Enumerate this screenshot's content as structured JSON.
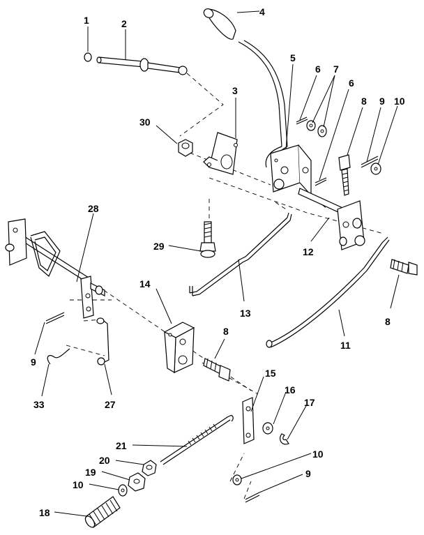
{
  "callouts": [
    {
      "id": "c1",
      "text": "1"
    },
    {
      "id": "c2",
      "text": "2"
    },
    {
      "id": "c3",
      "text": "3"
    },
    {
      "id": "c4",
      "text": "4"
    },
    {
      "id": "c5",
      "text": "5"
    },
    {
      "id": "c6a",
      "text": "6"
    },
    {
      "id": "c7",
      "text": "7"
    },
    {
      "id": "c6b",
      "text": "6"
    },
    {
      "id": "c8a",
      "text": "8"
    },
    {
      "id": "c9a",
      "text": "9"
    },
    {
      "id": "c10a",
      "text": "10"
    },
    {
      "id": "c30",
      "text": "30"
    },
    {
      "id": "c28",
      "text": "28"
    },
    {
      "id": "c29",
      "text": "29"
    },
    {
      "id": "c12",
      "text": "12"
    },
    {
      "id": "c13",
      "text": "13"
    },
    {
      "id": "c14",
      "text": "14"
    },
    {
      "id": "c8b",
      "text": "8"
    },
    {
      "id": "c11",
      "text": "11"
    },
    {
      "id": "c8c",
      "text": "8"
    },
    {
      "id": "c9b",
      "text": "9"
    },
    {
      "id": "c33",
      "text": "33"
    },
    {
      "id": "c27",
      "text": "27"
    },
    {
      "id": "c15",
      "text": "15"
    },
    {
      "id": "c16",
      "text": "16"
    },
    {
      "id": "c17",
      "text": "17"
    },
    {
      "id": "c21",
      "text": "21"
    },
    {
      "id": "c20",
      "text": "20"
    },
    {
      "id": "c19",
      "text": "19"
    },
    {
      "id": "c10b",
      "text": "10"
    },
    {
      "id": "c10c",
      "text": "10"
    },
    {
      "id": "c9c",
      "text": "9"
    },
    {
      "id": "c18",
      "text": "18"
    }
  ]
}
